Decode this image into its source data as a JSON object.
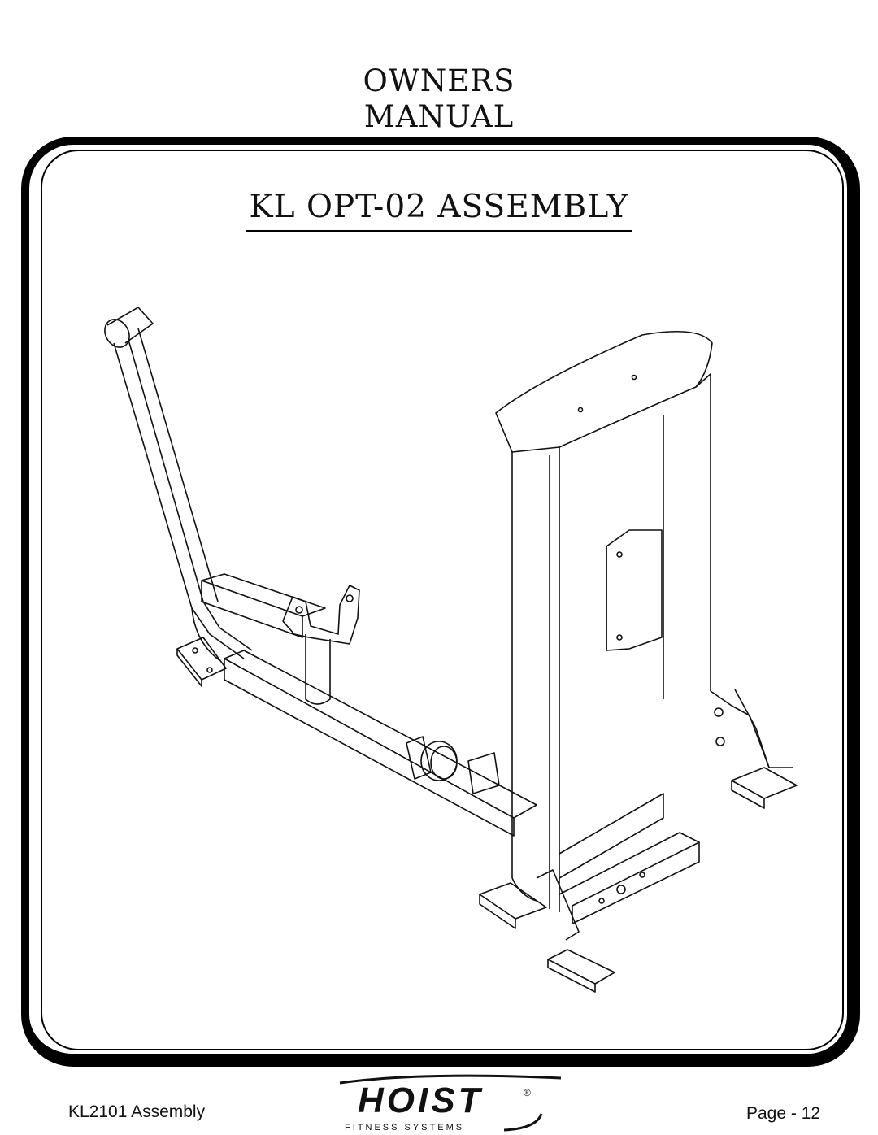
{
  "header": {
    "line1": "OWNERS",
    "line2": "MANUAL"
  },
  "title": "KL OPT-02 ASSEMBLY",
  "footer": {
    "left": "KL2101 Assembly",
    "right": "Page - 12"
  },
  "logo": {
    "brand": "HOIST",
    "tagline": "FITNESS SYSTEMS",
    "mark": "®"
  },
  "colors": {
    "ink": "#000000",
    "paper": "#ffffff"
  }
}
